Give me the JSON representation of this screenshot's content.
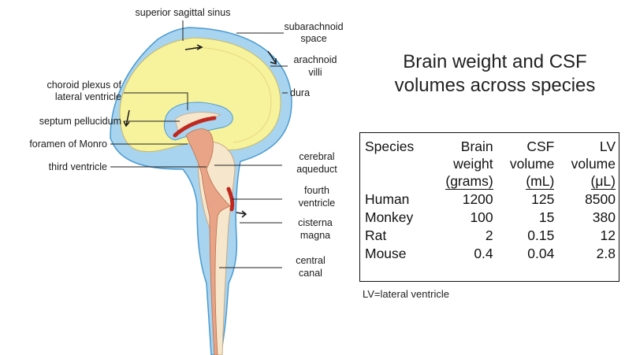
{
  "diagram": {
    "labels": {
      "superior_sagittal_sinus": "superior sagittal sinus",
      "subarachnoid_space_1": "subarachnoid",
      "subarachnoid_space_2": "space",
      "arachnoid_villi_1": "arachnoid",
      "arachnoid_villi_2": "villi",
      "dura": "dura",
      "choroid_plexus_1": "choroid plexus of",
      "choroid_plexus_2": "lateral ventricle",
      "septum_pellucidum": "septum pellucidum",
      "foramen_of_monro": "foramen of Monro",
      "third_ventricle": "third ventricle",
      "cerebral_aqueduct_1": "cerebral",
      "cerebral_aqueduct_2": "aqueduct",
      "fourth_ventricle_1": "fourth",
      "fourth_ventricle_2": "ventricle",
      "cisterna_magna_1": "cisterna",
      "cisterna_magna_2": "magna",
      "central_canal_1": "central",
      "central_canal_2": "canal"
    },
    "colors": {
      "csf_blue": "#a8d4ef",
      "brain_yellow": "#f7f29c",
      "tissue_beige": "#f5e6cc",
      "ventricle_orange": "#e9a487",
      "choroid_red": "#c0281f",
      "outline_blue": "#4a9ad0"
    }
  },
  "title": {
    "line1": "Brain weight and CSF",
    "line2": "volumes across species"
  },
  "table": {
    "headers": {
      "species": "Species",
      "brain": [
        "Brain",
        "weight",
        "(grams)"
      ],
      "csf": [
        "CSF",
        "volume",
        "(mL)"
      ],
      "lv": [
        "LV",
        "volume",
        "(μL)"
      ]
    },
    "rows": [
      {
        "species": "Human",
        "brain": "1200",
        "csf": "125",
        "lv": "8500"
      },
      {
        "species": "Monkey",
        "brain": "100",
        "csf": "15",
        "lv": "380"
      },
      {
        "species": "Rat",
        "brain": "2",
        "csf": "0.15",
        "lv": "12"
      },
      {
        "species": "Mouse",
        "brain": "0.4",
        "csf": "0.04",
        "lv": "2.8"
      }
    ],
    "footnote": "LV=lateral ventricle"
  }
}
